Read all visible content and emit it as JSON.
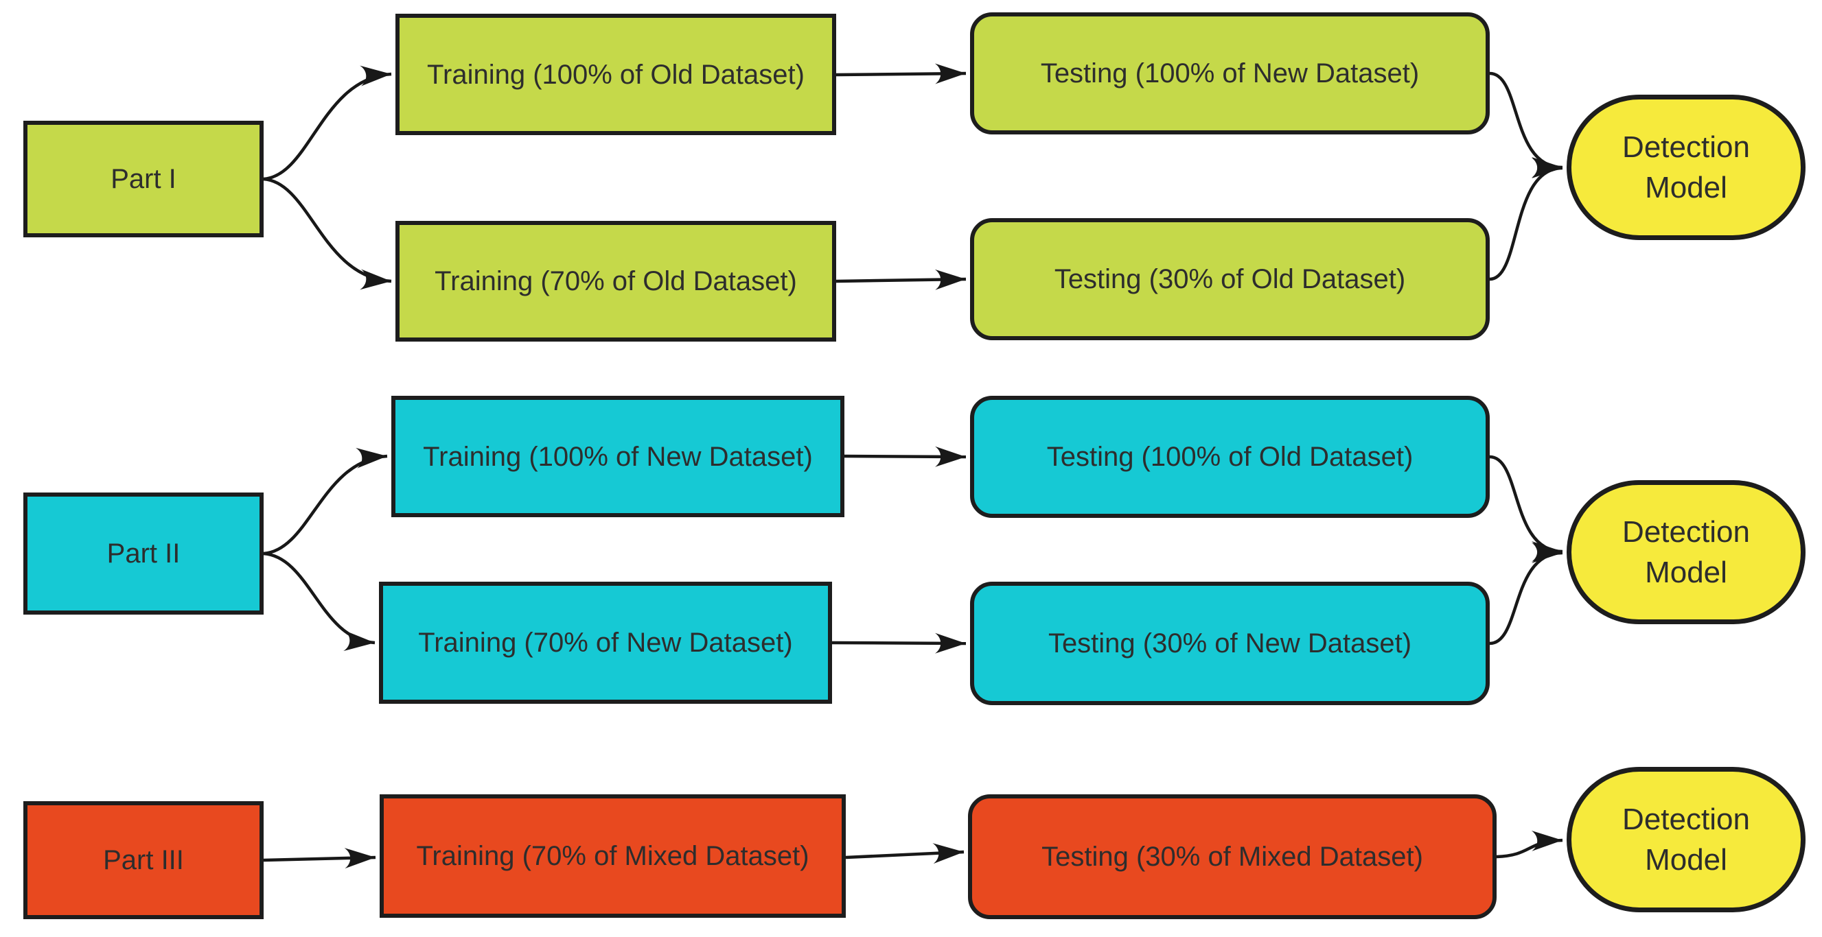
{
  "colors": {
    "green": "#c5d94a",
    "cyan": "#16c9d4",
    "red": "#e8491f",
    "yellow": "#f6ea3c",
    "border": "#1d1d1d",
    "line": "#181818",
    "text": "#2d2d2d",
    "background": "#ffffff"
  },
  "diagram": {
    "part1": {
      "label": "Part I",
      "training_top": "Training (100% of Old Dataset)",
      "testing_top": "Testing (100% of New Dataset)",
      "training_bottom": "Training (70% of Old Dataset)",
      "testing_bottom": "Testing (30% of Old Dataset)",
      "model_line1": "Detection",
      "model_line2": "Model"
    },
    "part2": {
      "label": "Part II",
      "training_top": "Training (100% of New Dataset)",
      "testing_top": "Testing (100% of Old Dataset)",
      "training_bottom": "Training (70% of New Dataset)",
      "testing_bottom": "Testing (30% of New Dataset)",
      "model_line1": "Detection",
      "model_line2": "Model"
    },
    "part3": {
      "label": "Part III",
      "training": "Training (70% of Mixed Dataset)",
      "testing": "Testing (30% of Mixed Dataset)",
      "model_line1": "Detection",
      "model_line2": "Model"
    }
  }
}
